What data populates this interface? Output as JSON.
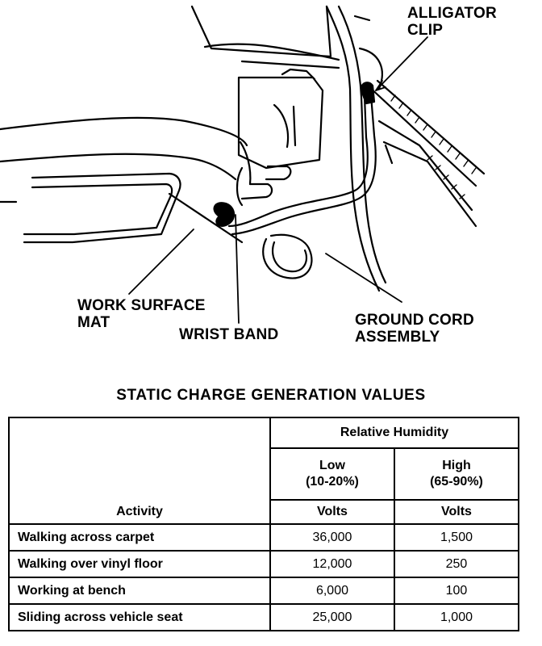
{
  "figure": {
    "callouts": {
      "alligator_clip": [
        "ALLIGATOR",
        "CLIP"
      ],
      "work_surface_mat": [
        "WORK SURFACE",
        "MAT"
      ],
      "wrist_band": "WRIST BAND",
      "ground_cord": [
        "GROUND CORD",
        "ASSEMBLY"
      ]
    }
  },
  "table": {
    "title": "STATIC CHARGE GENERATION VALUES",
    "header": {
      "activity": "Activity",
      "group": "Relative Humidity",
      "low": [
        "Low",
        "(10-20%)"
      ],
      "high": [
        "High",
        "(65-90%)"
      ],
      "unit_low": "Volts",
      "unit_high": "Volts"
    },
    "rows": [
      {
        "activity": "Walking across carpet",
        "low": "36,000",
        "high": "1,500"
      },
      {
        "activity": "Walking over vinyl floor",
        "low": "12,000",
        "high": "250"
      },
      {
        "activity": "Working at bench",
        "low": "6,000",
        "high": "100"
      },
      {
        "activity": "Sliding across vehicle seat",
        "low": "25,000",
        "high": "1,000"
      }
    ]
  }
}
